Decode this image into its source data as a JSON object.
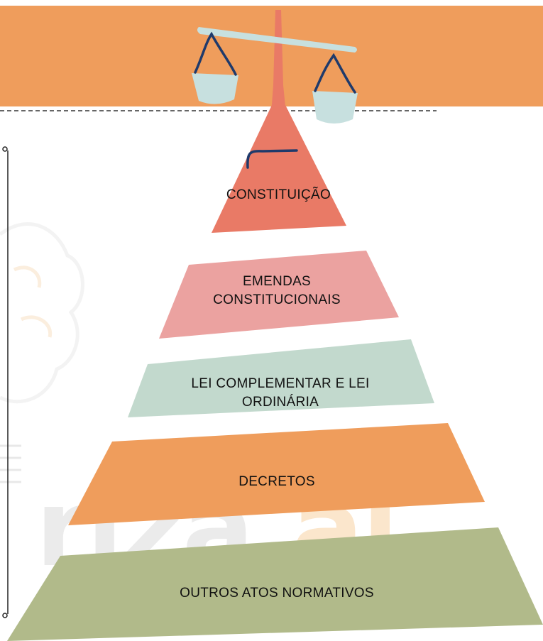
{
  "diagram": {
    "levels": [
      {
        "label": "CONSTITUIÇÃO",
        "color": "#E97A66"
      },
      {
        "label": "EMENDAS\nCONSTITUCIONAIS",
        "color": "#EBA2A0"
      },
      {
        "label": "LEI COMPLEMENTAR E LEI\nORDINÁRIA",
        "color": "#C2D9CD"
      },
      {
        "label": "DECRETOS",
        "color": "#EF9D5C"
      },
      {
        "label": "OUTROS ATOS NORMATIVOS",
        "color": "#B1BA8A"
      }
    ],
    "banner_color": "#EF9D5C",
    "scale_color": "#C7E0DF",
    "scale_line_color": "#1F3A6B",
    "watermark": {
      "main": "riza",
      "accent": ".ai"
    }
  }
}
